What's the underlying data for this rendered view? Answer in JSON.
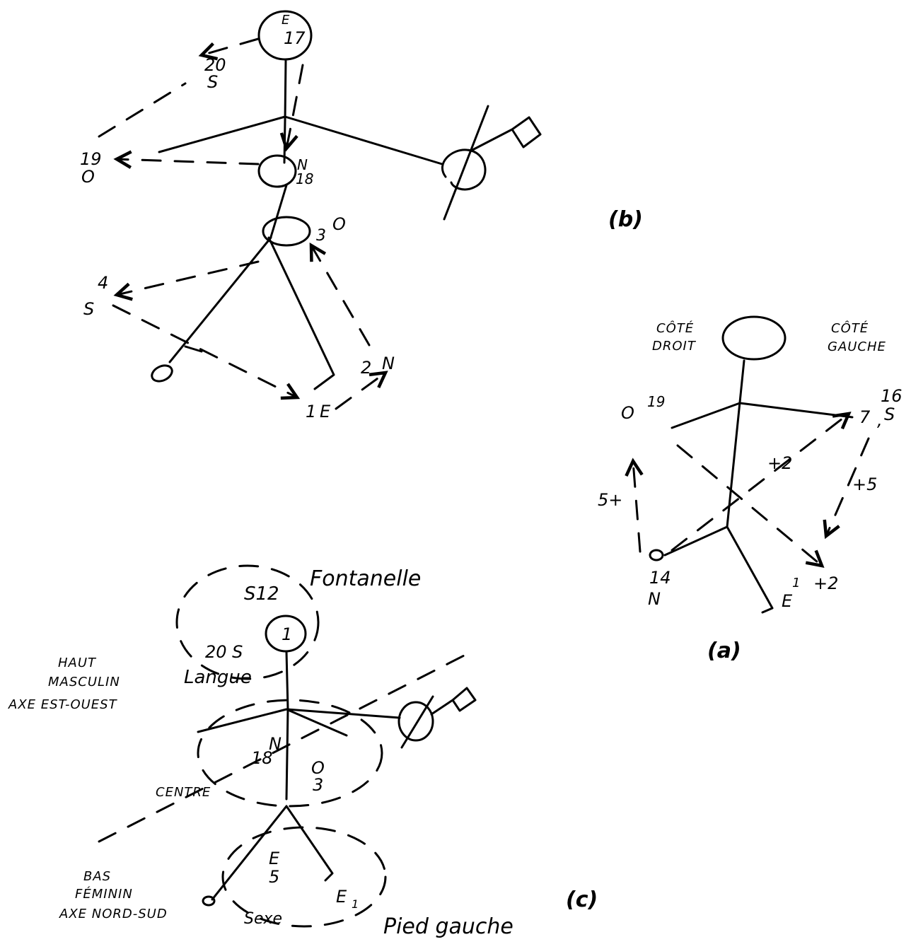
{
  "figure_b": {
    "caption": "(b)",
    "labels": {
      "head_top": "E",
      "head_num": "17",
      "arrow_up_num": "20",
      "arrow_up_dir": "S",
      "left_hand_num": "19",
      "left_hand_dir": "O",
      "chest_dir": "N",
      "chest_num": "18",
      "hip_num": "3",
      "hip_dir": "O",
      "left_leg_num": "4",
      "left_leg_dir": "S",
      "right_foot_num": "2",
      "right_foot_dir": "N",
      "foot_e_num": "1",
      "foot_e_dir": "E"
    }
  },
  "figure_a": {
    "caption": "(a)",
    "labels": {
      "right_side_line1": "CÔTÉ",
      "right_side_line2": "DROIT",
      "left_side_line1": "CÔTÉ",
      "left_side_line2": "GAUCHE",
      "o_dir": "O",
      "o_num": "19",
      "s_num": "16",
      "s_dir": "S",
      "plus2_mid": "+2",
      "plus5_right": "+5",
      "five_plus": "5+",
      "n_num": "14",
      "n_dir": "N",
      "e_num": "1",
      "e_dir": "E",
      "plus2_bottom": "+2",
      "seven": "7",
      "comma": ","
    }
  },
  "figure_c": {
    "caption": "(c)",
    "labels": {
      "fontanelle": "Fontanelle",
      "s12": "S12",
      "head_num": "1",
      "s20": "20 S",
      "langue": "Langue",
      "haut_1": "HAUT",
      "haut_2": "MASCULIN",
      "haut_3": "AXE EST-OUEST",
      "n_dir": "N",
      "n_num": "18",
      "o_dir": "O",
      "o_num": "3",
      "centre": "CENTRE",
      "e5_dir": "E",
      "e5_num": "5",
      "e1": "E",
      "e1_sub": "1",
      "bas_1": "BAS",
      "bas_2": "FÉMININ",
      "bas_3": "AXE NORD-SUD",
      "sexe": "Sexe",
      "pied_gauche": "Pied gauche"
    }
  }
}
